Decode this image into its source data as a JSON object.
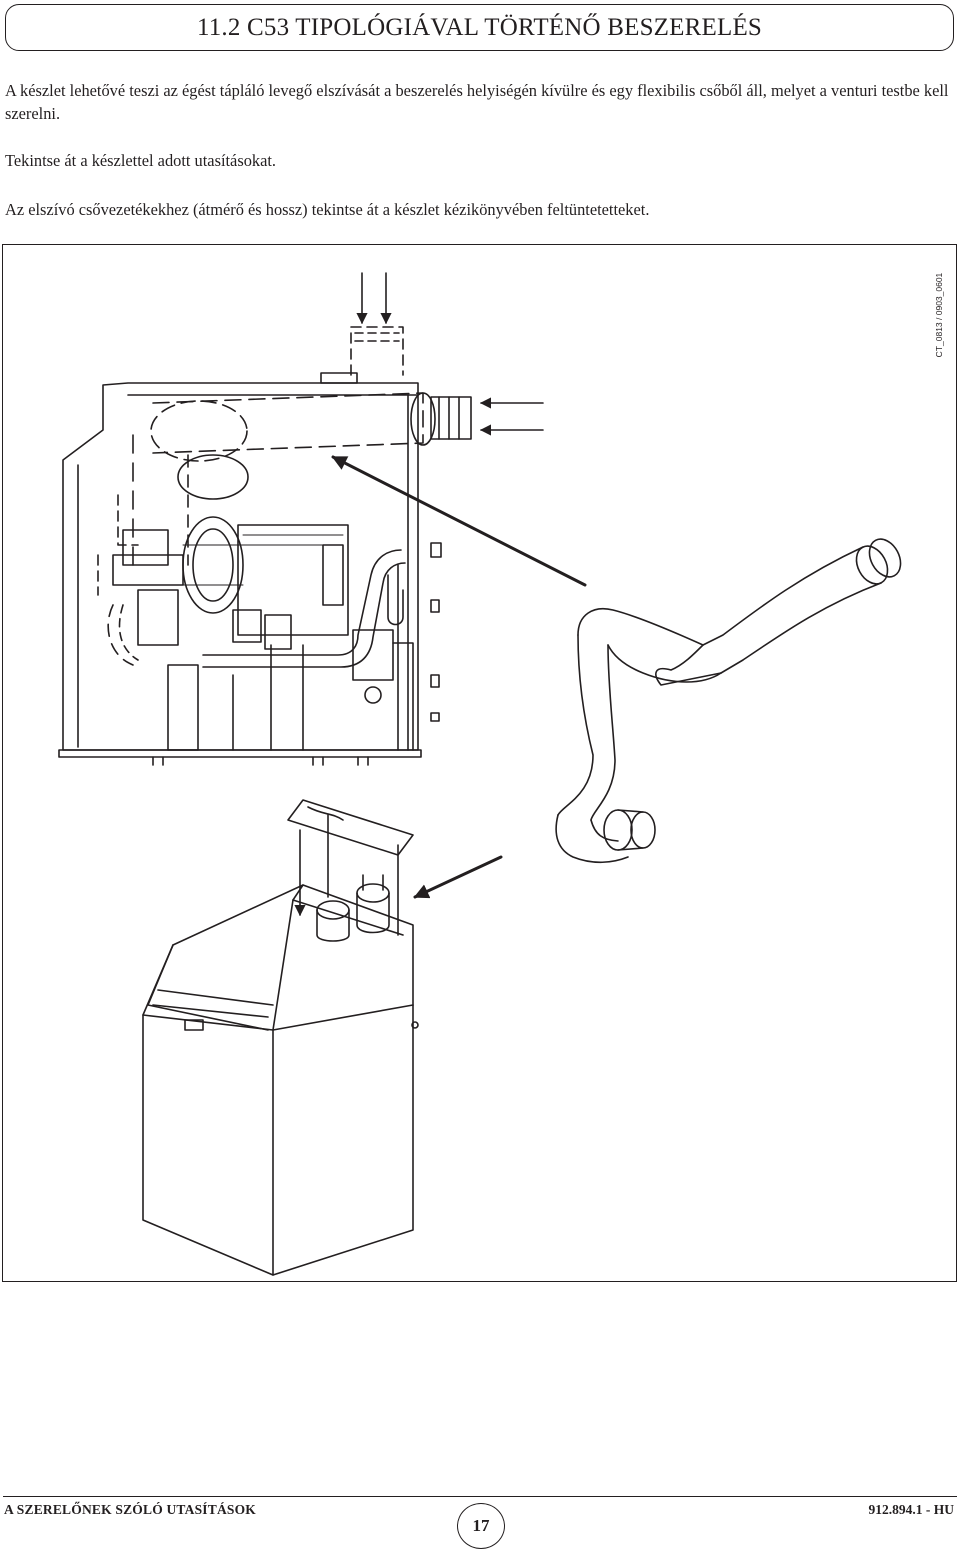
{
  "section": {
    "title": "11.2  C53 TIPOLÓGIÁVAL TÖRTÉNŐ BESZERELÉS"
  },
  "body": {
    "paragraph_1": "A készlet lehetővé teszi az égést tápláló levegő elszívását a  beszerelés helyiségén kívülre és egy flexibilis csőből áll, melyet a venturi testbe kell szerelni.",
    "paragraph_2": "Tekintse át a készlettel adott utasításokat.",
    "paragraph_3": "Az elszívó csővezetékekhez (átmérő és hossz) tekintse át a készlet kézikönyvében feltüntetetteket."
  },
  "figure": {
    "code": "CT_0813 / 0903_0601",
    "line_color": "#231f20"
  },
  "footer": {
    "left": "A SZERELŐNEK SZÓLÓ UTASÍTÁSOK",
    "page_number": "17",
    "right": "912.894.1 - HU"
  }
}
